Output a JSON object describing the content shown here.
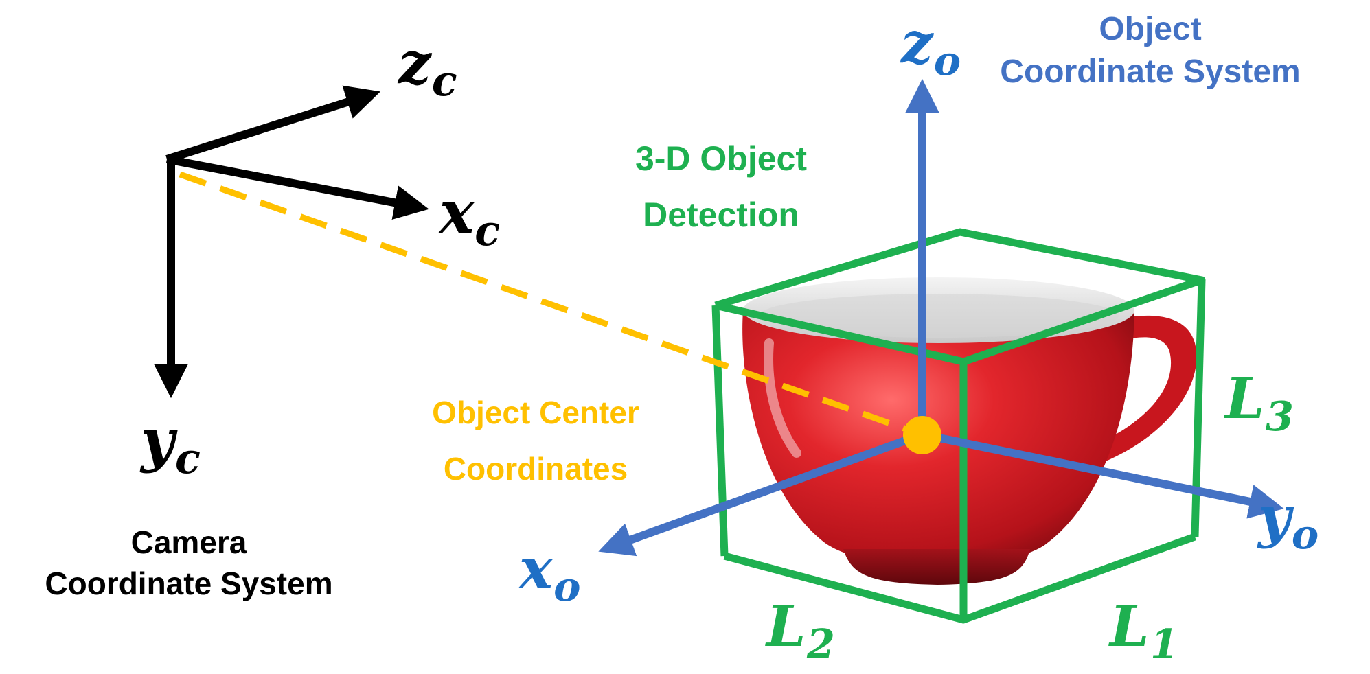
{
  "colors": {
    "camera": "#000000",
    "object_axes": "#4472c4",
    "object_text": "#4472c4",
    "symbol_blue": "#1f6fc5",
    "detection": "#1eb050",
    "center": "#ffc000",
    "cup_red": "#d91f26"
  },
  "camera": {
    "title_line1": "Camera",
    "title_line2": "Coordinate System",
    "axes": {
      "z": {
        "base": "z",
        "sub": "c"
      },
      "x": {
        "base": "x",
        "sub": "c"
      },
      "y": {
        "base": "y",
        "sub": "c"
      }
    }
  },
  "object_system": {
    "title_line1": "Object",
    "title_line2": "Coordinate System",
    "axes": {
      "z": {
        "base": "z",
        "sub": "o"
      },
      "y": {
        "base": "y",
        "sub": "o"
      },
      "x": {
        "base": "x",
        "sub": "o"
      }
    }
  },
  "detection": {
    "title_line1": "3-D Object",
    "title_line2": "Detection",
    "dimensions": {
      "l1": {
        "base": "L",
        "sub": "1"
      },
      "l2": {
        "base": "L",
        "sub": "2"
      },
      "l3": {
        "base": "L",
        "sub": "3"
      }
    }
  },
  "center": {
    "title_line1": "Object Center",
    "title_line2": "Coordinates"
  },
  "icons": {
    "cup": "red-cup-icon"
  }
}
